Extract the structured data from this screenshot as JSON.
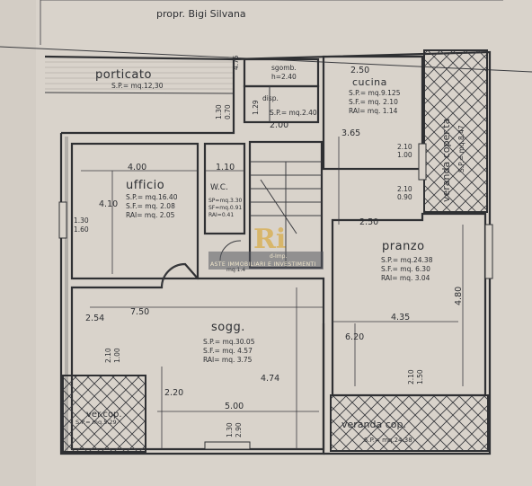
{
  "header": {
    "owner": "propr. Bigi Silvana"
  },
  "rooms": {
    "porticato": {
      "name": "porticato",
      "sp": "S.P.= mq.12,30"
    },
    "sgombero": {
      "name": "sgomb.",
      "sub": "h=2.40"
    },
    "disp": {
      "name": "disp.",
      "sp": "S.P.= mq.2.40"
    },
    "cucina": {
      "name": "cucina",
      "sp": "S.P.= mq.9.125",
      "sf": "S.F.= mq. 2.10",
      "rai": "RAI= mq. 1.14"
    },
    "veranda_top": {
      "name": "veranda coper.ta",
      "sp": "S.P.= mq.8.47"
    },
    "ufficio": {
      "name": "ufficio",
      "sp": "S.P.= mq.16.40",
      "sf": "S.F.= mq. 2.08",
      "rai": "RAI= mq. 2.05"
    },
    "wc": {
      "name": "W.C.",
      "sp": "SP=mq.3.30",
      "sf": "SF=mq.0.91",
      "rai": "RAI=0.41"
    },
    "scala": {
      "sub": "mq.1.4"
    },
    "pranzo": {
      "name": "pranzo",
      "sp": "S.P.= mq.24.38",
      "sf": "S.F.= mq. 6.30",
      "rai": "RAI= mq. 3.04"
    },
    "sogg": {
      "name": "sogg.",
      "sp": "S.P.= mq.30.05",
      "sf": "S.F.= mq. 4.57",
      "rai": "RAI= mq. 3.75"
    },
    "ver_cop": {
      "name": "ver.cop.",
      "sp": "S.P.= mq.5.29"
    },
    "veranda_cop": {
      "name": "veranda cop.",
      "sp": "S.P.= mq.24.38"
    }
  },
  "dimensions": {
    "d475": "4.75",
    "d250_top": "2.50",
    "d129": "1.29",
    "d200": "2.00",
    "d130a": "1.30",
    "d070": "0.70",
    "d365": "3.65",
    "d210a": "2.10",
    "d100a": "1.00",
    "d210b": "2.10",
    "d090": "0.90",
    "d400": "4.00",
    "d110": "1.10",
    "d410": "4.10",
    "d130b": "1.30",
    "d160": "1.60",
    "d250_mid": "2.50",
    "d254": "2.54",
    "d750": "7.50",
    "d435": "4.35",
    "d480": "4.80",
    "d620": "6.20",
    "d210c": "2.10",
    "d100c": "1.00",
    "d220": "2.20",
    "d474": "4.74",
    "d500": "5.00",
    "d210d": "2.10",
    "d150": "1.50",
    "d130c": "1.30",
    "d290": "2.90"
  },
  "watermark": {
    "logo": "Ri",
    "tagline": "ASTE IMMOBILIARI E INVESTIMENTI",
    "sub": "d-Imp."
  },
  "colors": {
    "paper": "#d9d3cb",
    "ink": "#2d2f33",
    "watermark": "#d8b15a"
  }
}
